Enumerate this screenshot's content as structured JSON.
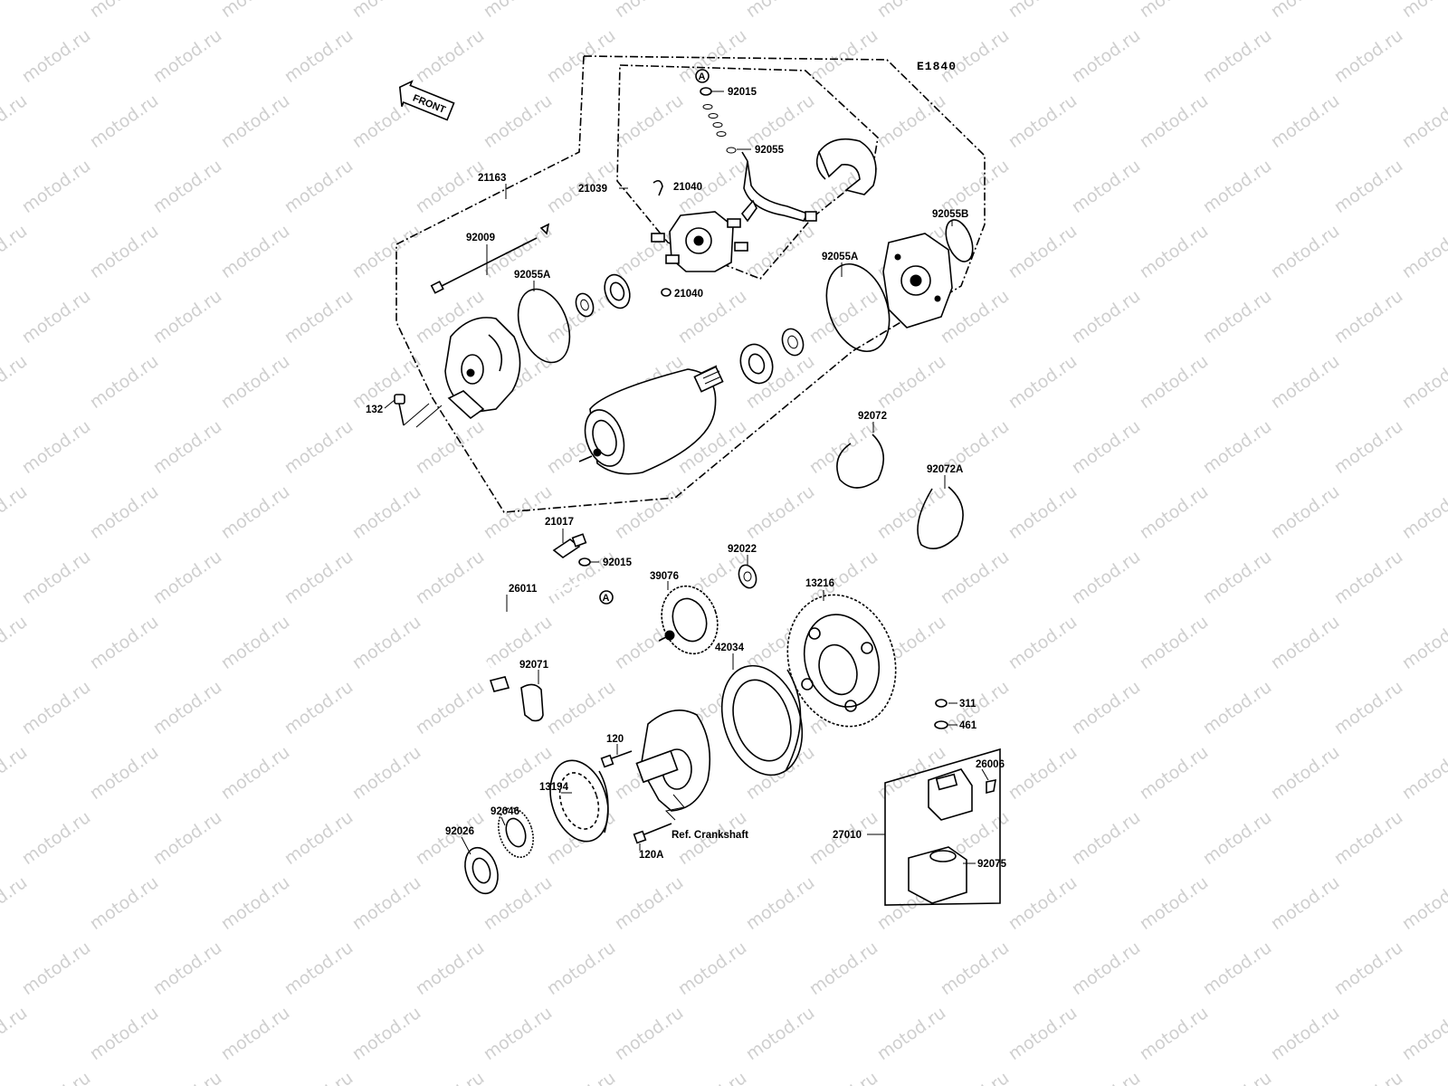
{
  "diagram": {
    "code": "E1840",
    "front_label": "FRONT",
    "watermark_text": "motod.ru",
    "callout_marker": "A",
    "ref_note": "Ref. Crankshaft",
    "parts": {
      "p21163": "21163",
      "p21039": "21039",
      "p92015_top": "92015",
      "p92055": "92055",
      "p21040_top": "21040",
      "p21040_bot": "21040",
      "p92009": "92009",
      "p92055A_left": "92055A",
      "p92055A_right": "92055A",
      "p92055B": "92055B",
      "p132": "132",
      "p92072": "92072",
      "p92072A": "92072A",
      "p21017": "21017",
      "p92015_mid": "92015",
      "p92022": "92022",
      "p26011": "26011",
      "p39076": "39076",
      "p13216": "13216",
      "p42034": "42034",
      "p92071": "92071",
      "p311": "311",
      "p461": "461",
      "p120": "120",
      "p13194": "13194",
      "p26006": "26006",
      "p92046": "92046",
      "p92026": "92026",
      "p120A": "120A",
      "p27010": "27010",
      "p92075": "92075"
    }
  }
}
